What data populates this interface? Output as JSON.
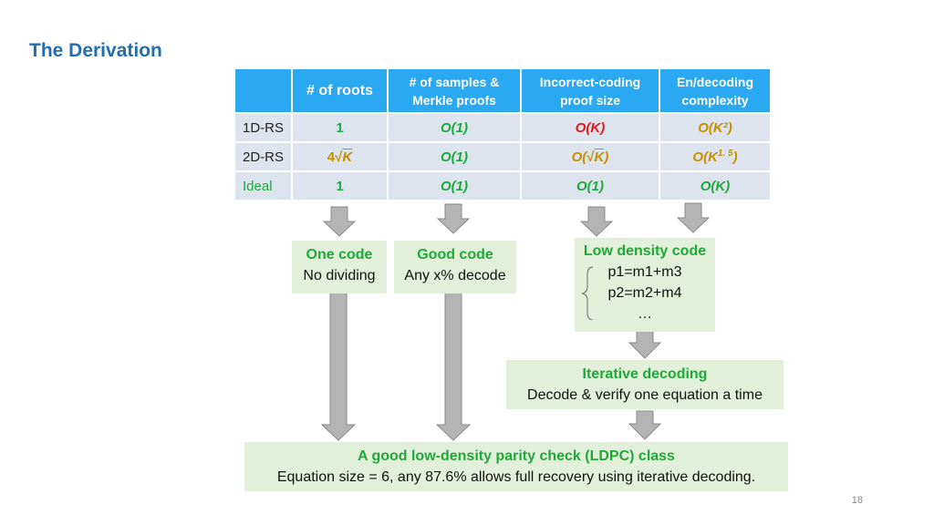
{
  "title": "The Derivation",
  "table": {
    "headers": [
      "",
      "# of roots",
      "# of samples & Merkle proofs",
      "Incorrect-coding proof size",
      "En/decoding complexity"
    ],
    "header_lines": {
      "samples": [
        "# of samples &",
        "Merkle proofs"
      ],
      "proof": [
        "Incorrect-coding",
        "proof size"
      ],
      "complexity": [
        "En/decoding",
        "complexity"
      ]
    },
    "rows": [
      {
        "label": "1D-RS",
        "roots": "1",
        "samples": "O(1)",
        "proof": "O(K)",
        "complexity": "O(K²)"
      },
      {
        "label": "2D-RS",
        "roots_coef": "4",
        "roots_rad": "K",
        "samples": "O(1)",
        "proof_pre": "O(",
        "proof_rad": "K",
        "proof_post": ")",
        "complexity_base": "O(K",
        "complexity_exp": "1. 5",
        "complexity_post": ")"
      },
      {
        "label": "Ideal",
        "roots": "1",
        "samples": "O(1)",
        "proof": "O(1)",
        "complexity": "O(K)"
      }
    ]
  },
  "boxes": {
    "one_code": {
      "heading": "One code",
      "text": "No dividing"
    },
    "good_code": {
      "heading": "Good code",
      "text": "Any x% decode"
    },
    "low_density": {
      "heading": "Low density code",
      "lines": [
        "p1=m1+m3",
        "p2=m2+m4",
        "…"
      ]
    },
    "iterative": {
      "heading": "Iterative decoding",
      "text": "Decode & verify one equation a time"
    },
    "ldpc": {
      "heading": "A good low-density parity check (LDPC) class",
      "text": "Equation size = 6, any 87.6% allows full recovery using iterative decoding."
    }
  },
  "page_number": "18",
  "colors": {
    "title": "#1f6fb2",
    "header": "#2aa8f2",
    "cell": "#dde4ee",
    "green": "#1fa83a",
    "red": "#e01a1a",
    "gold": "#c68e00",
    "box": "#e2f0d9",
    "arrow": "#b4b4b4"
  }
}
